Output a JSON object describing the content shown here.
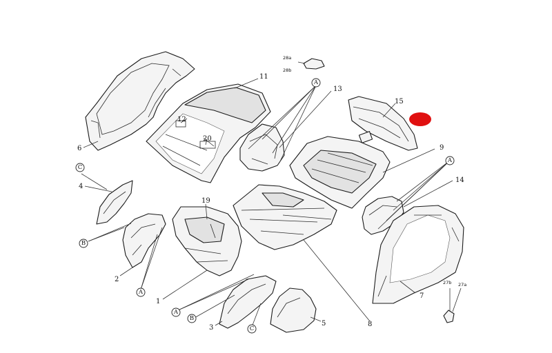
{
  "callouts": {
    "p1": "1",
    "p2": "2",
    "p3": "3",
    "p4": "4",
    "p5": "5",
    "p6": "6",
    "p7": "7",
    "p8": "8",
    "p9": "9",
    "p11": "11",
    "p12": "12",
    "p13": "13",
    "p14": "14",
    "p15": "15",
    "p19": "19",
    "p20": "20",
    "p27a": "27a",
    "p27b": "27b",
    "p28a": "28a",
    "p28b": "28b"
  },
  "refs": {
    "a": "A",
    "b": "B",
    "c": "C"
  },
  "colors": {
    "marker": "#e01010",
    "line": "#1a1a1a"
  }
}
